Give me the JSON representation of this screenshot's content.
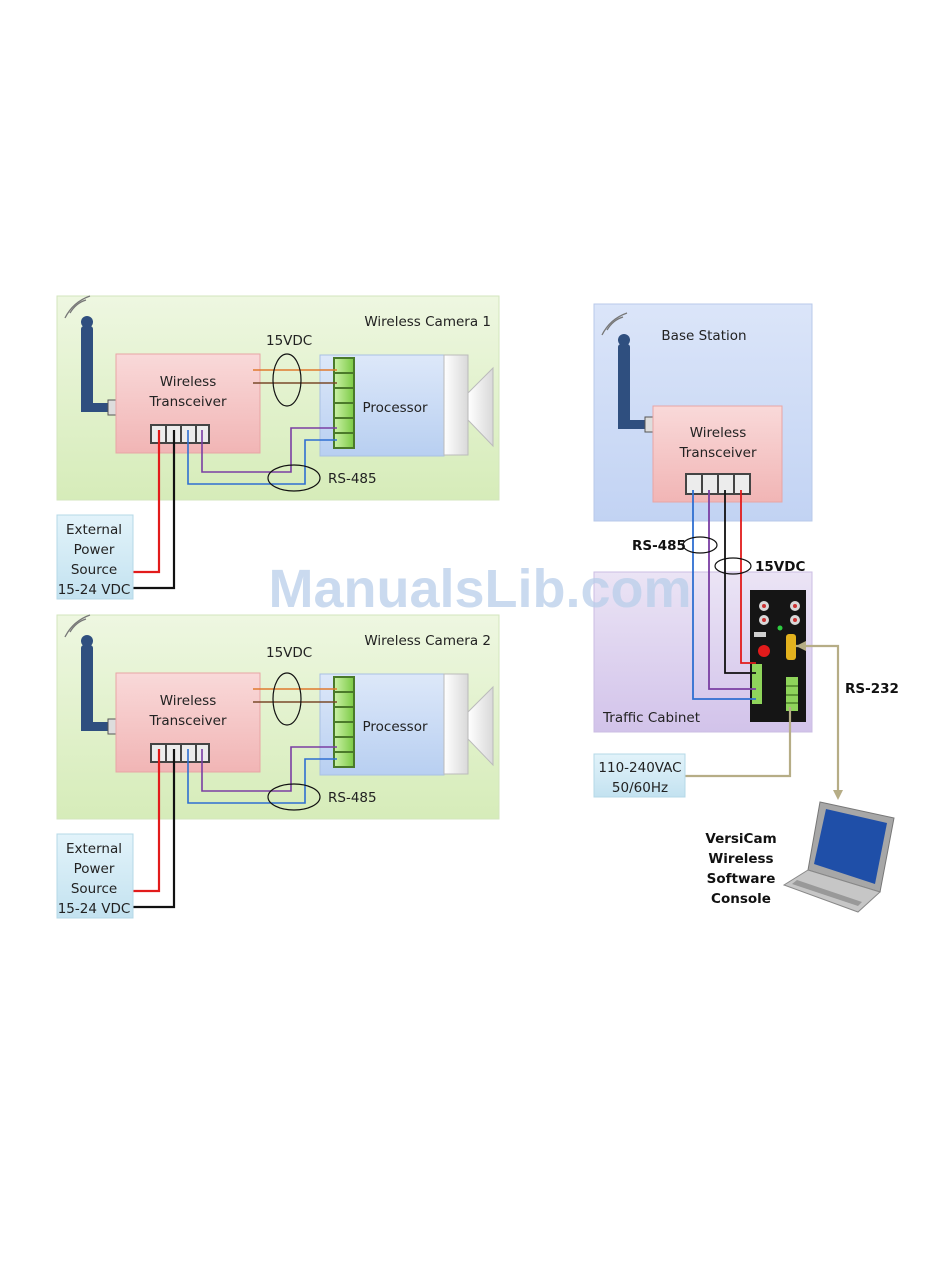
{
  "camera1": {
    "title": "Wireless Camera 1",
    "transceiver": [
      "Wireless",
      "Transceiver"
    ],
    "processor": "Processor",
    "power_label": "15VDC",
    "rs485_label": "RS-485",
    "ext_power": [
      "External",
      "Power",
      "Source",
      "15-24 VDC"
    ]
  },
  "camera2": {
    "title": "Wireless Camera 2",
    "transceiver": [
      "Wireless",
      "Transceiver"
    ],
    "processor": "Processor",
    "power_label": "15VDC",
    "rs485_label": "RS-485",
    "ext_power": [
      "External",
      "Power",
      "Source",
      "15-24 VDC"
    ]
  },
  "base": {
    "title": "Base Station",
    "transceiver": [
      "Wireless",
      "Transceiver"
    ],
    "rs485_label": "RS-485",
    "power_label": "15VDC",
    "cabinet_title": "Traffic Cabinet",
    "rs232_label": "RS-232",
    "mains": [
      "110-240VAC",
      "50/60Hz"
    ],
    "console": [
      "VersiCam",
      "Wireless",
      "Software",
      "Console"
    ]
  },
  "watermark": "ManualsLib.com",
  "colors": {
    "camera_bg": "#e3f1cf",
    "transceiver": "#f6c8c8",
    "processor": "#c7d9f4",
    "base_bg": "#cfdcf7",
    "cabinet_bg": "#ded3ee",
    "ext_power_bg": "#d3ebf5",
    "terminal_green": "#9bd96a",
    "wire_red": "#e21b1b",
    "wire_black": "#111111",
    "wire_blue": "#2f6fd1",
    "wire_purple": "#7a3ea3",
    "wire_orange": "#e07a2e",
    "wire_brown": "#7a4a2a",
    "wire_tan": "#b6ad86"
  }
}
